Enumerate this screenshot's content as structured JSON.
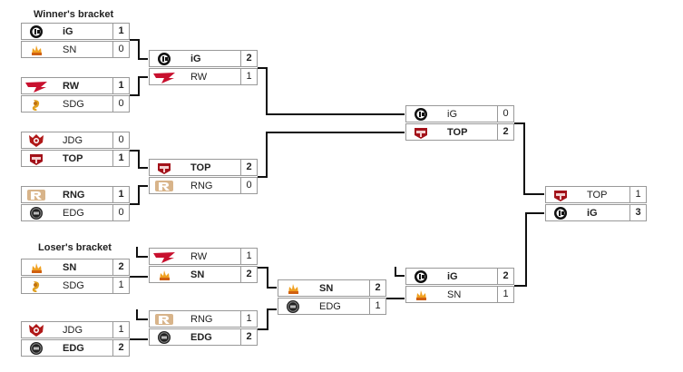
{
  "brackets": {
    "winners_title": "Winner's bracket",
    "losers_title": "Loser's bracket"
  },
  "matches": [
    {
      "id": "w1",
      "teams": [
        {
          "name": "iG",
          "logo": "ig-logo",
          "score": "1",
          "win": true
        },
        {
          "name": "SN",
          "logo": "sn-logo",
          "score": "0",
          "win": false
        }
      ]
    },
    {
      "id": "w2",
      "teams": [
        {
          "name": "RW",
          "logo": "rw-logo",
          "score": "1",
          "win": true
        },
        {
          "name": "SDG",
          "logo": "sdg-logo",
          "score": "0",
          "win": false
        }
      ]
    },
    {
      "id": "w3",
      "teams": [
        {
          "name": "JDG",
          "logo": "jdg-logo",
          "score": "0",
          "win": false
        },
        {
          "name": "TOP",
          "logo": "top-logo",
          "score": "1",
          "win": true
        }
      ]
    },
    {
      "id": "w4",
      "teams": [
        {
          "name": "RNG",
          "logo": "rng-logo",
          "score": "1",
          "win": true
        },
        {
          "name": "EDG",
          "logo": "edg-logo",
          "score": "0",
          "win": false
        }
      ]
    },
    {
      "id": "w5",
      "teams": [
        {
          "name": "iG",
          "logo": "ig-logo",
          "score": "2",
          "win": true
        },
        {
          "name": "RW",
          "logo": "rw-logo",
          "score": "1",
          "win": false
        }
      ]
    },
    {
      "id": "w6",
      "teams": [
        {
          "name": "TOP",
          "logo": "top-logo",
          "score": "2",
          "win": true
        },
        {
          "name": "RNG",
          "logo": "rng-logo",
          "score": "0",
          "win": false
        }
      ]
    },
    {
      "id": "w7",
      "teams": [
        {
          "name": "iG",
          "logo": "ig-logo",
          "score": "0",
          "win": false
        },
        {
          "name": "TOP",
          "logo": "top-logo",
          "score": "2",
          "win": true
        }
      ]
    },
    {
      "id": "f1",
      "teams": [
        {
          "name": "TOP",
          "logo": "top-logo",
          "score": "1",
          "win": false
        },
        {
          "name": "iG",
          "logo": "ig-logo",
          "score": "3",
          "win": true
        }
      ]
    },
    {
      "id": "l1",
      "teams": [
        {
          "name": "SN",
          "logo": "sn-logo",
          "score": "2",
          "win": true
        },
        {
          "name": "SDG",
          "logo": "sdg-logo",
          "score": "1",
          "win": false
        }
      ]
    },
    {
      "id": "l2",
      "teams": [
        {
          "name": "JDG",
          "logo": "jdg-logo",
          "score": "1",
          "win": false
        },
        {
          "name": "EDG",
          "logo": "edg-logo",
          "score": "2",
          "win": true
        }
      ]
    },
    {
      "id": "l3",
      "teams": [
        {
          "name": "RW",
          "logo": "rw-logo",
          "score": "1",
          "win": false
        },
        {
          "name": "SN",
          "logo": "sn-logo",
          "score": "2",
          "win": true
        }
      ]
    },
    {
      "id": "l4",
      "teams": [
        {
          "name": "RNG",
          "logo": "rng-logo",
          "score": "1",
          "win": false
        },
        {
          "name": "EDG",
          "logo": "edg-logo",
          "score": "2",
          "win": true
        }
      ]
    },
    {
      "id": "l5",
      "teams": [
        {
          "name": "SN",
          "logo": "sn-logo",
          "score": "2",
          "win": true
        },
        {
          "name": "EDG",
          "logo": "edg-logo",
          "score": "1",
          "win": false
        }
      ]
    },
    {
      "id": "l6",
      "teams": [
        {
          "name": "iG",
          "logo": "ig-logo",
          "score": "2",
          "win": true
        },
        {
          "name": "SN",
          "logo": "sn-logo",
          "score": "1",
          "win": false
        }
      ]
    }
  ]
}
